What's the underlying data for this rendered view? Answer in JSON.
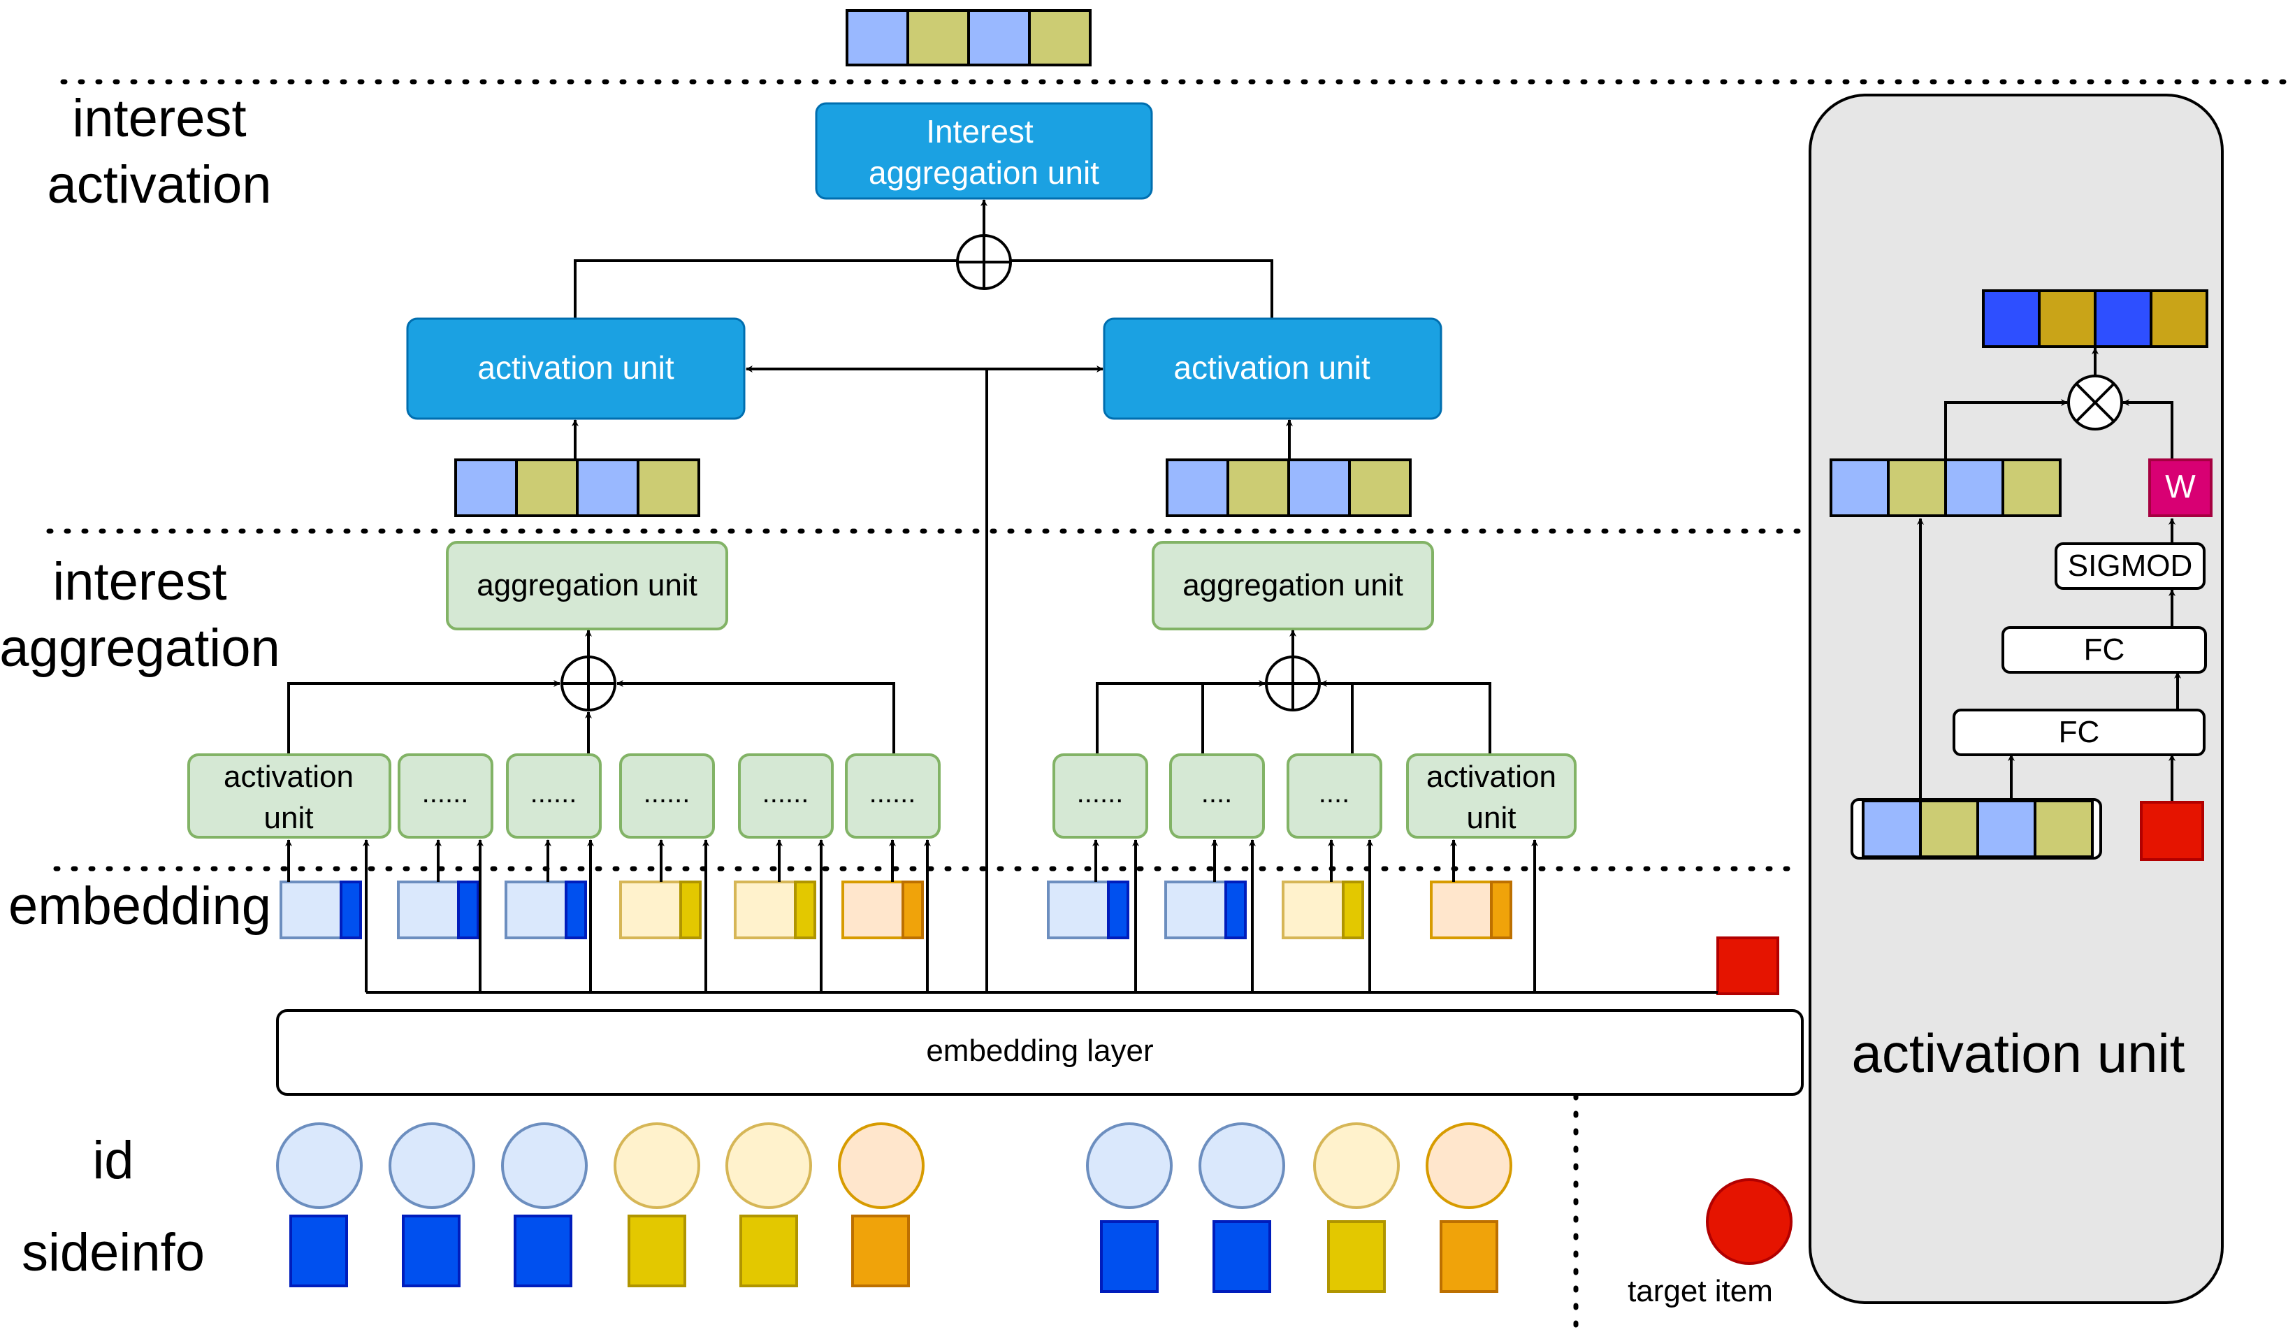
{
  "sections": {
    "interest_activation": [
      "interest",
      "activation"
    ],
    "interest_aggregation": [
      "interest",
      "aggregation"
    ],
    "embedding": "embedding",
    "id": "id",
    "sideinfo": "sideinfo"
  },
  "nodes": {
    "interest_aggregation_unit": [
      "Interest",
      "aggregation unit"
    ],
    "activation_unit": "activation unit",
    "aggregation_unit": "aggregation unit",
    "activation_unit_small": [
      "activation",
      "unit"
    ],
    "dots6": "......",
    "dots4": "....",
    "embedding_layer": "embedding layer",
    "target_item": "target item"
  },
  "panel": {
    "title": "activation unit",
    "w": "W",
    "sigmod": "SIGMOD",
    "fc": "FC"
  },
  "colors": {
    "blue_light": "#dae8fc",
    "blue_dark": "#0050ef",
    "yellow_light": "#fff2cc",
    "yellow_dark": "#e3c800",
    "orange_light": "#ffe6cc",
    "orange_dark": "#f0a30a",
    "red": "#e51400",
    "primary": "#1ba1e2",
    "green_fill": "#d5e8d4",
    "green_stroke": "#82b366",
    "emb_blue": "#99b8ff",
    "emb_olive": "#cccc73",
    "emb_blue_dark": "#2e4fff",
    "emb_olive_dark": "#c9a418",
    "magenta": "#d80073",
    "panel_bg": "#e6e6e6"
  }
}
